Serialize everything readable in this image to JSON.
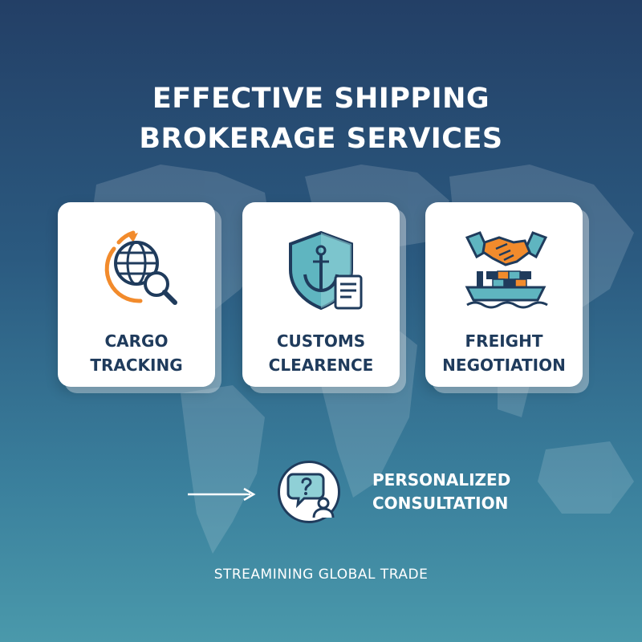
{
  "title": "EFFECTIVE SHIPPING\nBROKERAGE SERVICES",
  "services": [
    {
      "label": "CARGO\nTRACKING",
      "icon": "globe-search-icon"
    },
    {
      "label": "CUSTOMS\nCLEARENCE",
      "icon": "shield-anchor-icon"
    },
    {
      "label": "FREIGHT\nNEGOTIATION",
      "icon": "handshake-ship-icon"
    }
  ],
  "consultation": {
    "label": "PERSONALIZED\nCONSULTATION",
    "icon": "question-person-icon"
  },
  "tagline": "STREAMINING GLOBAL TRADE",
  "colors": {
    "navy": "#1f3b5c",
    "teal": "#5fb5c0",
    "orange": "#f28b2c",
    "background_top": "#233f66",
    "background_bottom": "#4a99ab"
  }
}
